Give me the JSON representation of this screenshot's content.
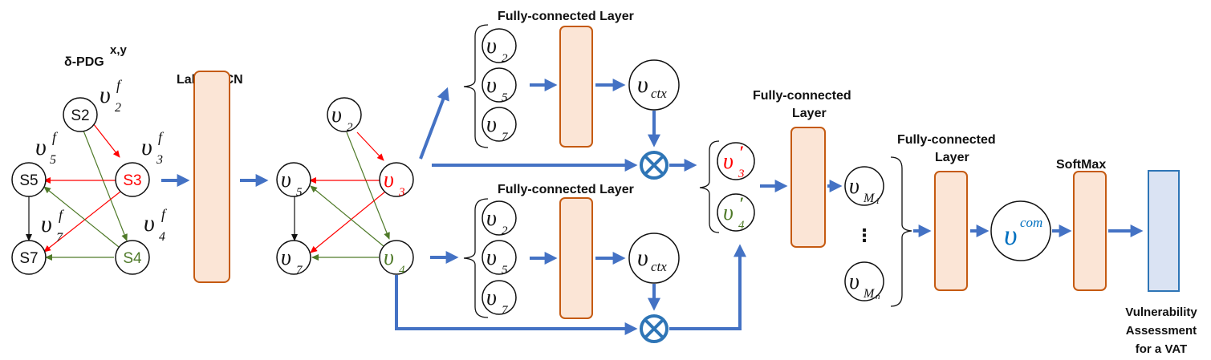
{
  "title": "δ-PDG",
  "title_sup": "x,y",
  "label_gcn": "Label-GCN",
  "fc_layer_top": "Fully-connected Layer",
  "fc_layer_bottom": "Fully-connected Layer",
  "fc_layer_mid_l1": "Fully-connected",
  "fc_layer_mid_l2": "Layer",
  "fc_layer_right_l1": "Fully-connected",
  "fc_layer_right_l2": "Layer",
  "softmax": "SoftMax",
  "output_l1": "Vulnerability",
  "output_l2": "Assessment",
  "output_l3": "for a VAT",
  "graph1": {
    "nodes": {
      "s2": "S2",
      "s3": "S3",
      "s4": "S4",
      "s5": "S5",
      "s7": "S7"
    },
    "features": {
      "v2f": {
        "base": "υ",
        "sup": "f",
        "sub": "2"
      },
      "v3f": {
        "base": "υ",
        "sup": "f",
        "sub": "3"
      },
      "v4f": {
        "base": "υ",
        "sup": "f",
        "sub": "4"
      },
      "v5f": {
        "base": "υ",
        "sup": "f",
        "sub": "5"
      },
      "v7f": {
        "base": "υ",
        "sup": "f",
        "sub": "7"
      }
    }
  },
  "graph2": {
    "v": "υ",
    "subs": {
      "v2": "2",
      "v3": "3",
      "v4": "4",
      "v5": "5",
      "v7": "7"
    }
  },
  "ctx_group": {
    "v": "υ",
    "subs": [
      "2",
      "5",
      "7"
    ],
    "ctx_sub": "ctx"
  },
  "merged": {
    "v": "υ",
    "v3_sub": "3",
    "v4_sub": "4",
    "prime": "′"
  },
  "m_nodes": {
    "v": "υ",
    "m1_sub": "M",
    "m1_subsub": "1",
    "mn_sub": "M",
    "mn_subsub": "n",
    "dots": "⋮"
  },
  "com": {
    "v": "υ",
    "sup": "com"
  },
  "colors": {
    "red": "#ff0000",
    "green": "#4f7a29",
    "blue_arrow": "#4472c4",
    "layer_fill": "#fbe5d6",
    "layer_stroke": "#c55a11",
    "output_fill": "#dae3f3",
    "output_stroke": "#2e75b6",
    "com_blue": "#0070c0"
  }
}
